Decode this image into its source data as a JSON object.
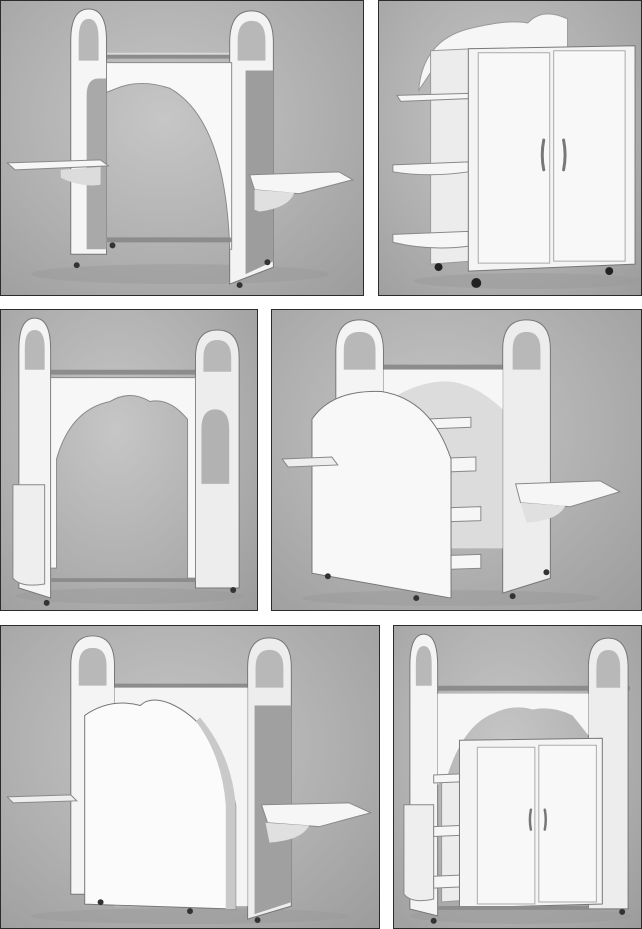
{
  "photos": [
    {
      "id": "p1",
      "subject": "cabinet-frame-with-side-tables"
    },
    {
      "id": "p2",
      "subject": "cabinet-with-double-doors-and-shelves"
    },
    {
      "id": "p3",
      "subject": "cabinet-frame-with-folded-tables"
    },
    {
      "id": "p4",
      "subject": "cabinet-frame-with-rolling-shelf-unit"
    },
    {
      "id": "p5",
      "subject": "cabinet-frame-with-panel-inserted"
    },
    {
      "id": "p6",
      "subject": "cabinet-frame-with-door-unit-inserted"
    }
  ],
  "colors": {
    "background": "#b4b4b4",
    "furniture": "#f7f7f7",
    "shadow": "#8d8d8d",
    "chrome": "#9a9a9a",
    "border": "#2b2b2b"
  }
}
